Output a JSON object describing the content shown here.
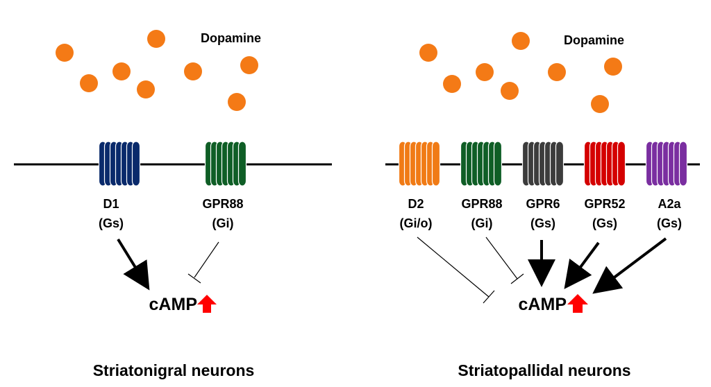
{
  "panels": [
    {
      "id": "left",
      "title": "Striatonigral neurons",
      "dopamine_label": "Dopamine",
      "camp_label": "cAMP",
      "receptors": [
        {
          "name": "D1",
          "protein": "(Gs)",
          "color": "#0a2a6b",
          "effect": "stimulate"
        },
        {
          "name": "GPR88",
          "protein": "(Gi)",
          "color": "#0f5e26",
          "effect": "inhibit"
        }
      ]
    },
    {
      "id": "right",
      "title": "Striatopallidal neurons",
      "dopamine_label": "Dopamine",
      "camp_label": "cAMP",
      "receptors": [
        {
          "name": "D2",
          "protein": "(Gi/o)",
          "color": "#f07b16",
          "effect": "inhibit"
        },
        {
          "name": "GPR88",
          "protein": "(Gi)",
          "color": "#0f5e26",
          "effect": "inhibit"
        },
        {
          "name": "GPR6",
          "protein": "(Gs)",
          "color": "#3c3c3c",
          "effect": "stimulate"
        },
        {
          "name": "GPR52",
          "protein": "(Gs)",
          "color": "#d40000",
          "effect": "stimulate"
        },
        {
          "name": "A2a",
          "protein": "(Gs)",
          "color": "#7a2ea0",
          "effect": "stimulate"
        }
      ]
    }
  ],
  "colors": {
    "dopamine": "#f47a16",
    "increase_arrow": "#ff0000",
    "membrane": "#000000"
  }
}
